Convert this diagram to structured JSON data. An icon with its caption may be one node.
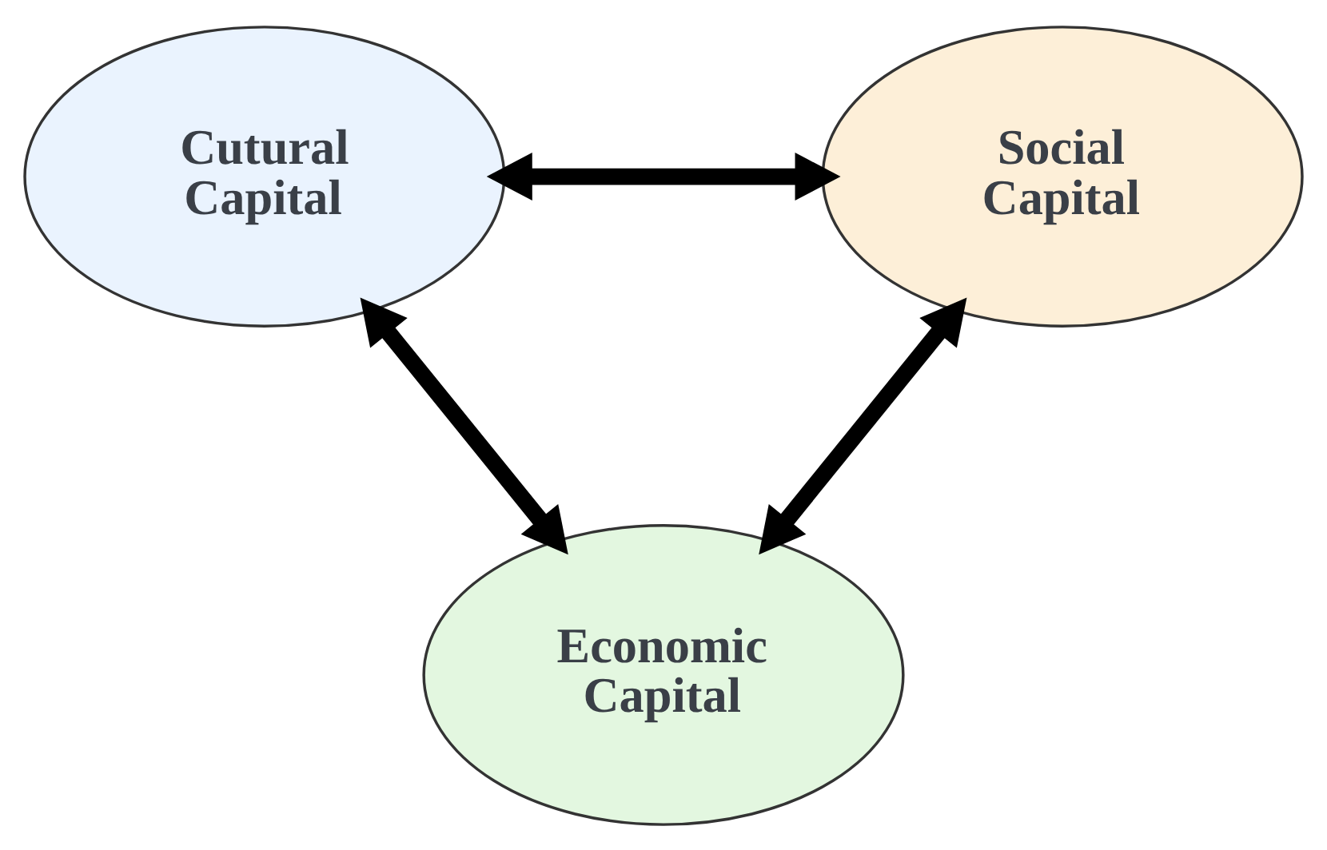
{
  "diagram": {
    "nodes": [
      {
        "text": [
          "Cutural Capital"
        ]
      },
      {
        "text": [
          "Social Capital"
        ]
      },
      {
        "text": [
          "Economic Capital"
        ]
      }
    ],
    "edges": [
      {
        "from": 0,
        "to": 1,
        "arrow": "both"
      },
      {
        "from": 0,
        "to": 2,
        "arrow": "both"
      },
      {
        "from": 1,
        "to": 2,
        "arrow": "both"
      }
    ]
  }
}
